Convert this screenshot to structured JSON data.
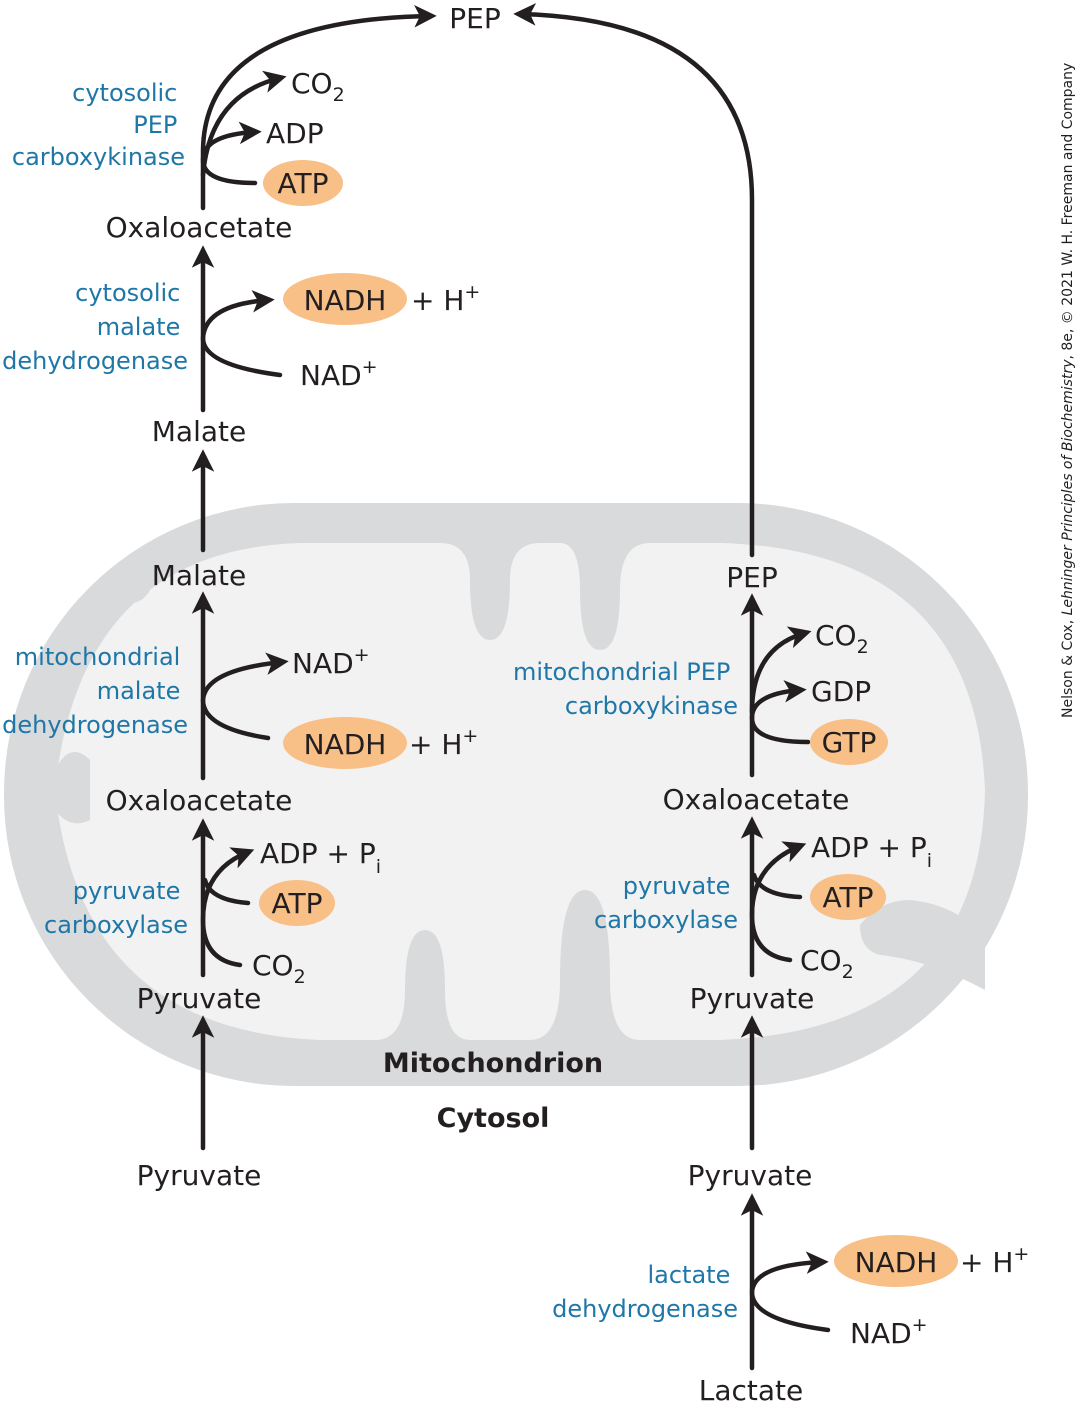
{
  "compartments": {
    "mitochondrion": "Mitochondrion",
    "cytosol": "Cytosol"
  },
  "metabolites": {
    "pep_top": "PEP",
    "co2_top": "CO",
    "co2_top_sub": "2",
    "adp_top": "ADP",
    "atp_top": "ATP",
    "oaa_cyt": "Oxaloacetate",
    "nadh_cyt": "NADH",
    "h_cyt": "+ H",
    "h_cyt_sup": "+",
    "nad_cyt": "NAD",
    "nad_cyt_sup": "+",
    "malate_cyt": "Malate",
    "malate_mito": "Malate",
    "nad_mito": "NAD",
    "nad_mito_sup": "+",
    "nadh_mito": "NADH",
    "h_mito": "+ H",
    "h_mito_sup": "+",
    "oaa_mito_left": "Oxaloacetate",
    "adp_pi_left": "ADP + P",
    "adp_pi_left_sub": "i",
    "atp_left": "ATP",
    "co2_left": "CO",
    "co2_left_sub": "2",
    "pyruvate_mito_left": "Pyruvate",
    "pyruvate_cyt_left": "Pyruvate",
    "pep_mito": "PEP",
    "co2_right_top": "CO",
    "co2_right_top_sub": "2",
    "gdp": "GDP",
    "gtp": "GTP",
    "oaa_mito_right": "Oxaloacetate",
    "adp_pi_right": "ADP + P",
    "adp_pi_right_sub": "i",
    "atp_right": "ATP",
    "co2_right": "CO",
    "co2_right_sub": "2",
    "pyruvate_mito_right": "Pyruvate",
    "pyruvate_cyt_right": "Pyruvate",
    "nadh_ldh": "NADH",
    "h_ldh": "+ H",
    "h_ldh_sup": "+",
    "nad_ldh": "NAD",
    "nad_ldh_sup": "+",
    "lactate": "Lactate"
  },
  "enzymes": {
    "cyt_pepck": [
      "cytosolic",
      "PEP",
      "carboxykinase"
    ],
    "cyt_mdh": [
      "cytosolic",
      "malate",
      "dehydrogenase"
    ],
    "mito_mdh": [
      "mitochondrial",
      "malate",
      "dehydrogenase"
    ],
    "pc_left": [
      "pyruvate",
      "carboxylase"
    ],
    "mito_pepck": [
      "mitochondrial PEP",
      "carboxykinase"
    ],
    "pc_right": [
      "pyruvate",
      "carboxylase"
    ],
    "ldh": [
      "lactate",
      "dehydrogenase"
    ]
  },
  "credit": {
    "pre": "Nelson & Cox, ",
    "title": "Lehninger Principles of Biochemistry",
    "post": ", 8e, © 2021 W. H. Freeman and Company"
  },
  "colors": {
    "highlight": "#f8bf86",
    "enzyme_text": "#1f77a8",
    "membrane_outer": "#d9dadb",
    "matrix": "#f2f2f2",
    "text": "#231f20"
  }
}
